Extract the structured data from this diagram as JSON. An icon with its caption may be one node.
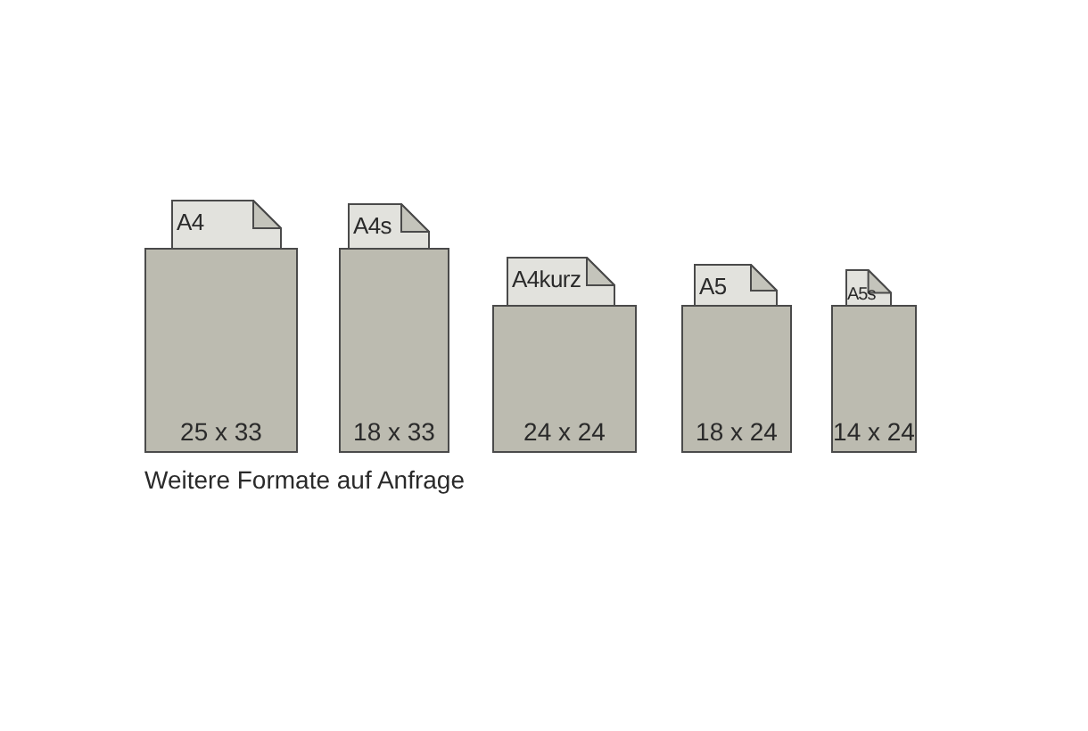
{
  "diagram": {
    "nodes": [
      {
        "text": [
          "A4"
        ]
      },
      {
        "text": [
          "25 x 33"
        ]
      },
      {
        "text": [
          "A4s"
        ]
      },
      {
        "text": [
          "18 x 33"
        ]
      },
      {
        "text": [
          "A4kurz"
        ]
      },
      {
        "text": [
          "24 x 24"
        ]
      },
      {
        "text": [
          "A5"
        ]
      },
      {
        "text": [
          "18 x 24"
        ]
      },
      {
        "text": [
          "A5s"
        ]
      },
      {
        "text": [
          "14 x 24"
        ]
      }
    ],
    "labels": [
      "Weitere Formate auf Anfrage"
    ]
  }
}
